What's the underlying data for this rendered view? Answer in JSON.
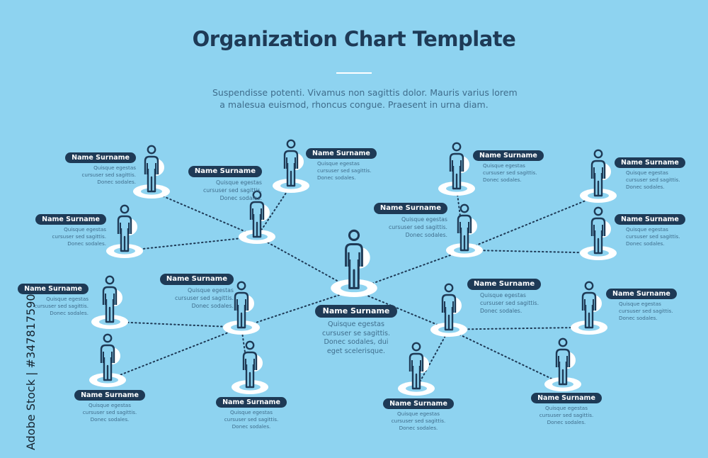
{
  "title": "Organization Chart Template",
  "intro": [
    "Suspendisse potenti. Vivamus non sagittis dolor. Mauris varius lorem",
    "a malesua euismod, rhoncus congue. Praesent in urna diam."
  ],
  "watermark": "Adobe Stock | #347817590",
  "colors": {
    "background": "#8ed3f0",
    "dark": "#1e3a56",
    "text": "#3f6d8c",
    "ring": "#ffffff"
  },
  "person_icon": "person-icon",
  "nodes": [
    {
      "id": "center",
      "name": "Name Surname",
      "desc": [
        "Quisque egestas",
        "cursuser se sagittis.",
        "Donec sodales, dui",
        "eget scelerisque."
      ]
    },
    {
      "id": "tl-hub",
      "name": "Name Surname",
      "desc": [
        "Quisque egestas",
        "cursuser sed sagittis.",
        "Donec sodales."
      ]
    },
    {
      "id": "tl-a",
      "name": "Name Surname",
      "desc": [
        "Quisque egestas",
        "cursuser sed sagittis.",
        "Donec sodales."
      ]
    },
    {
      "id": "tl-b",
      "name": "Name Surname",
      "desc": [
        "Quisque egestas",
        "cursuser sed sagittis.",
        "Donec sodales."
      ]
    },
    {
      "id": "tl-c",
      "name": "Name Surname",
      "desc": [
        "Quisque egestas",
        "cursuser sed sagittis.",
        "Donec sodales."
      ]
    },
    {
      "id": "tr-hub",
      "name": "Name Surname",
      "desc": [
        "Quisque egestas",
        "cursuser sed sagittis.",
        "Donec sodales."
      ]
    },
    {
      "id": "tr-a",
      "name": "Name Surname",
      "desc": [
        "Quisque egestas",
        "cursuser sed sagittis.",
        "Donec sodales."
      ]
    },
    {
      "id": "tr-b",
      "name": "Name Surname",
      "desc": [
        "Quisque egestas",
        "cursuser sed sagittis.",
        "Donec sodales."
      ]
    },
    {
      "id": "tr-c",
      "name": "Name Surname",
      "desc": [
        "Quisque egestas",
        "cursuser sed sagittis.",
        "Donec sodales."
      ]
    },
    {
      "id": "bl-hub",
      "name": "Name Surname",
      "desc": [
        "Quisque egestas",
        "cursuser sed sagittis.",
        "Donec sodales."
      ]
    },
    {
      "id": "bl-a",
      "name": "Name Surname",
      "desc": [
        "Quisque egestas",
        "cursuser sed sagittis.",
        "Donec sodales."
      ]
    },
    {
      "id": "bl-b",
      "name": "Name Surname",
      "desc": [
        "Quisque egestas",
        "cursuser sed sagittis.",
        "Donec sodales."
      ]
    },
    {
      "id": "bl-c",
      "name": "Name Surname",
      "desc": [
        "Quisque egestas",
        "cursuser sed sagittis.",
        "Donec sodales."
      ]
    },
    {
      "id": "br-hub",
      "name": "Name Surname",
      "desc": [
        "Quisque egestas",
        "cursuser sed sagittis.",
        "Donec sodales."
      ]
    },
    {
      "id": "br-a",
      "name": "Name Surname",
      "desc": [
        "Quisque egestas",
        "cursuser sed sagittis.",
        "Donec sodales."
      ]
    },
    {
      "id": "br-b",
      "name": "Name Surname",
      "desc": [
        "Quisque egestas",
        "cursuser sed sagittis.",
        "Donec sodales."
      ]
    },
    {
      "id": "br-c",
      "name": "Name Surname",
      "desc": [
        "Quisque egestas",
        "cursuser sed sagittis.",
        "Donec sodales."
      ]
    }
  ],
  "links": [
    [
      "center",
      "tl-hub"
    ],
    [
      "center",
      "tr-hub"
    ],
    [
      "center",
      "bl-hub"
    ],
    [
      "center",
      "br-hub"
    ],
    [
      "tl-hub",
      "tl-a"
    ],
    [
      "tl-hub",
      "tl-b"
    ],
    [
      "tl-hub",
      "tl-c"
    ],
    [
      "tr-hub",
      "tr-a"
    ],
    [
      "tr-hub",
      "tr-b"
    ],
    [
      "tr-hub",
      "tr-c"
    ],
    [
      "bl-hub",
      "bl-a"
    ],
    [
      "bl-hub",
      "bl-b"
    ],
    [
      "bl-hub",
      "bl-c"
    ],
    [
      "br-hub",
      "br-a"
    ],
    [
      "br-hub",
      "br-b"
    ],
    [
      "br-hub",
      "br-c"
    ]
  ]
}
